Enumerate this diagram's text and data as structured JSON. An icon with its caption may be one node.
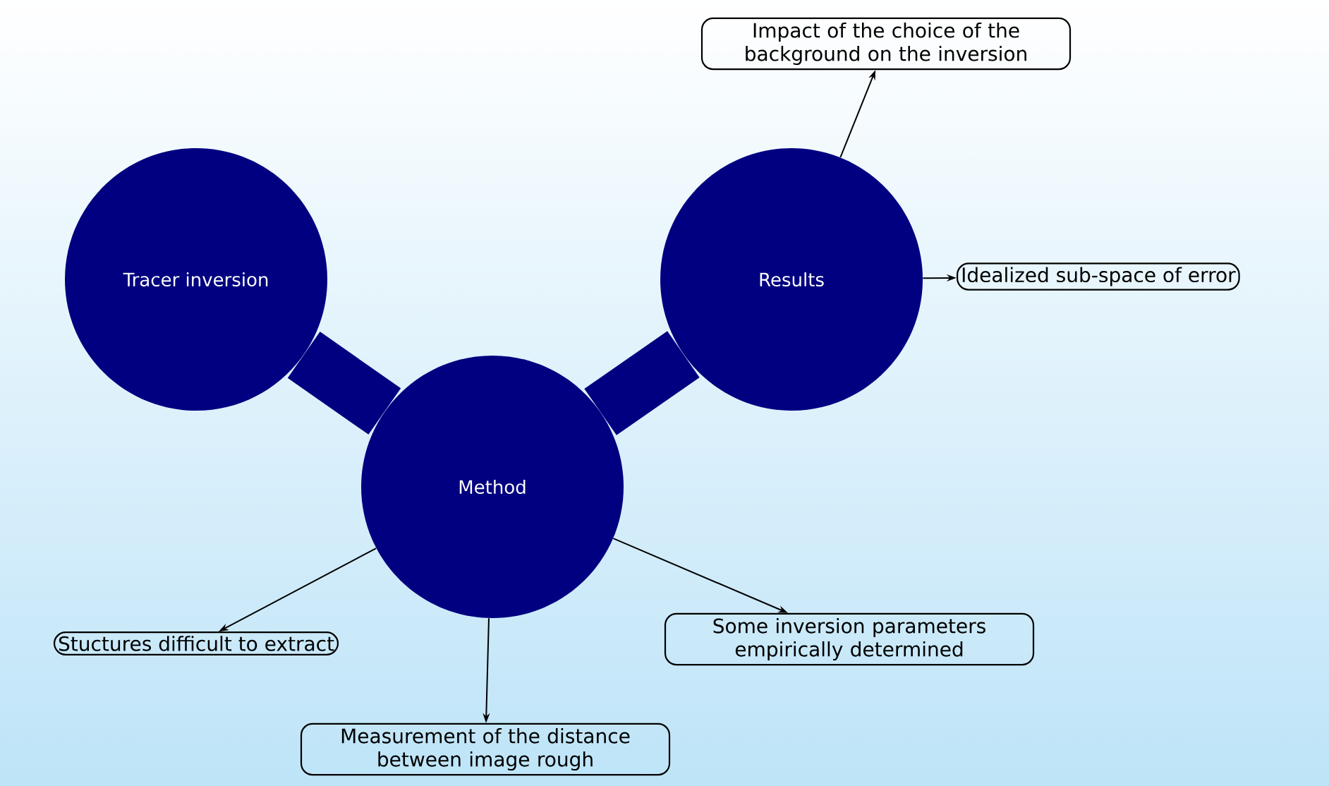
{
  "diagram": {
    "nodes": [
      {
        "text": [
          "Method"
        ]
      },
      {
        "text": [
          "Tracer inversion"
        ]
      },
      {
        "text": [
          "Results"
        ]
      },
      {
        "text": [
          "Impact of the choice of the background on the inversion"
        ]
      },
      {
        "text": [
          "Idealized sub-space of error"
        ]
      },
      {
        "text": [
          "Stuctures difficult to extract"
        ]
      },
      {
        "text": [
          "Measurement of the distance between image rough"
        ]
      },
      {
        "text": [
          "Some inversion parameters empirically determined"
        ]
      }
    ],
    "edges": [
      {
        "from": 0,
        "to": 1,
        "arrow": "none",
        "style": "thick",
        "color": "#000080"
      },
      {
        "from": 0,
        "to": 2,
        "arrow": "none",
        "style": "thick",
        "color": "#000080"
      },
      {
        "from": 2,
        "to": 3,
        "arrow": "to"
      },
      {
        "from": 2,
        "to": 4,
        "arrow": "to"
      },
      {
        "from": 0,
        "to": 5,
        "arrow": "to"
      },
      {
        "from": 0,
        "to": 6,
        "arrow": "to"
      },
      {
        "from": 0,
        "to": 7,
        "arrow": "to"
      }
    ]
  }
}
